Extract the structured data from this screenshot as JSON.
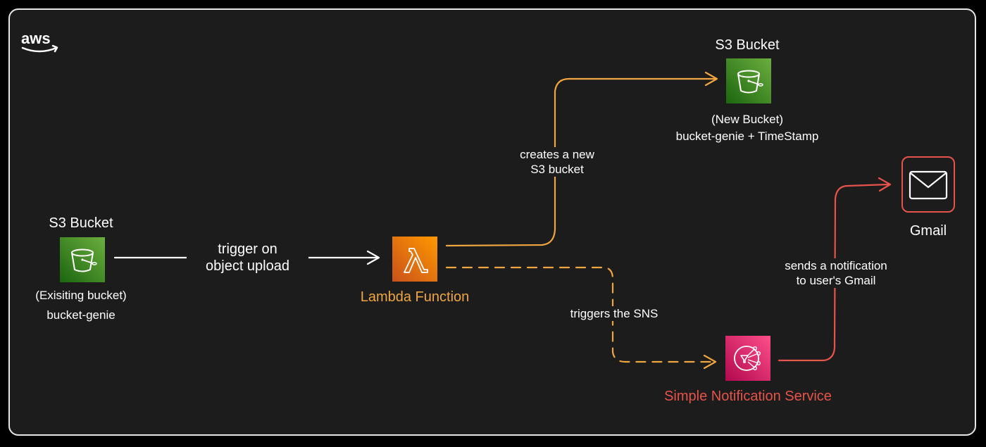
{
  "brand": {
    "logo_text": "aws"
  },
  "colors": {
    "background": "#1c1c1c",
    "frame_border": "#e6e6e6",
    "white_arrow": "#ffffff",
    "orange_arrow": "#f0a640",
    "red_arrow": "#e5534b"
  },
  "nodes": {
    "s3_existing": {
      "title": "S3 Bucket",
      "subtitle": "(Exisiting bucket)",
      "name": "bucket-genie",
      "icon": "s3-bucket-icon"
    },
    "lambda": {
      "title": "Lambda Function",
      "icon": "lambda-icon"
    },
    "s3_new": {
      "title": "S3 Bucket",
      "subtitle": "(New Bucket)",
      "name": "bucket-genie + TimeStamp",
      "icon": "s3-bucket-icon"
    },
    "sns": {
      "title": "Simple Notification Service",
      "icon": "sns-icon"
    },
    "gmail": {
      "title": "Gmail",
      "icon": "envelope-icon"
    }
  },
  "edges": {
    "upload_trigger": {
      "line1": "trigger on",
      "line2": "object upload"
    },
    "create_bucket": {
      "line1": "creates a new",
      "line2": "S3 bucket"
    },
    "trigger_sns": {
      "line1": "triggers the SNS"
    },
    "send_notification": {
      "line1": "sends a notification",
      "line2": "to user's Gmail"
    }
  }
}
